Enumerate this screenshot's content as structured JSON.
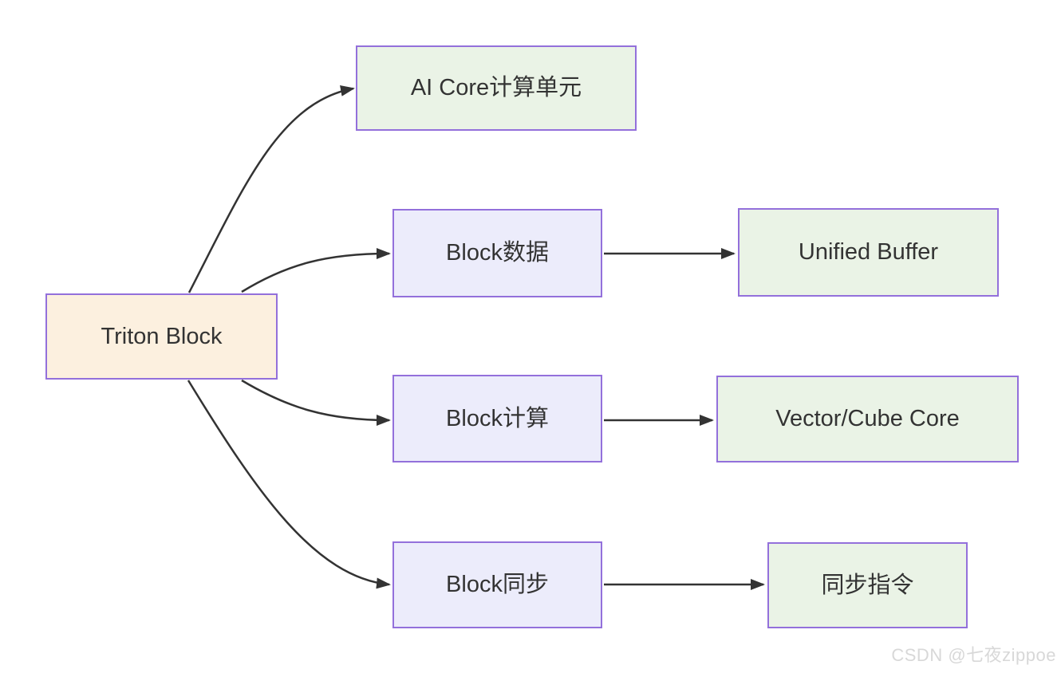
{
  "diagram": {
    "type": "flowchart",
    "direction": "left-to-right",
    "nodes": [
      {
        "id": "triton-block",
        "label": "Triton Block",
        "kind": "root"
      },
      {
        "id": "ai-core",
        "label": "AI Core计算单元",
        "kind": "green"
      },
      {
        "id": "block-data",
        "label": "Block数据",
        "kind": "purple"
      },
      {
        "id": "unified-buffer",
        "label": "Unified Buffer",
        "kind": "green"
      },
      {
        "id": "block-compute",
        "label": "Block计算",
        "kind": "purple"
      },
      {
        "id": "vector-cube-core",
        "label": "Vector/Cube Core",
        "kind": "green"
      },
      {
        "id": "block-sync",
        "label": "Block同步",
        "kind": "purple"
      },
      {
        "id": "sync-instruction",
        "label": "同步指令",
        "kind": "green"
      }
    ],
    "edges": [
      {
        "from": "triton-block",
        "to": "ai-core"
      },
      {
        "from": "triton-block",
        "to": "block-data"
      },
      {
        "from": "block-data",
        "to": "unified-buffer"
      },
      {
        "from": "triton-block",
        "to": "block-compute"
      },
      {
        "from": "block-compute",
        "to": "vector-cube-core"
      },
      {
        "from": "triton-block",
        "to": "block-sync"
      },
      {
        "from": "block-sync",
        "to": "sync-instruction"
      }
    ],
    "colors": {
      "root_fill": "#FCF0DF",
      "purple_fill": "#ECECFB",
      "green_fill": "#EAF3E6",
      "node_border": "#9370DB",
      "edge_stroke": "#333333",
      "label_color": "#333333"
    }
  },
  "watermark": {
    "text": "CSDN @七夜zippoe",
    "color": "#D8D8D8"
  }
}
